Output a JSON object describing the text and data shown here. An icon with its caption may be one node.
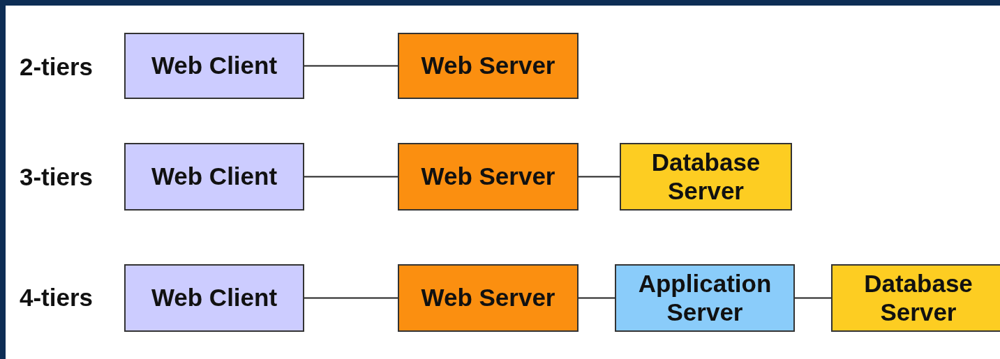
{
  "diagram": {
    "nodes": [
      {
        "text": [
          "Web Client"
        ]
      },
      {
        "text": [
          "Web Server"
        ]
      },
      {
        "text": [
          "Web Client"
        ]
      },
      {
        "text": [
          "Web Server"
        ]
      },
      {
        "text": [
          "Database Server"
        ]
      },
      {
        "text": [
          "Web Client"
        ]
      },
      {
        "text": [
          "Web Server"
        ]
      },
      {
        "text": [
          "Application Server"
        ]
      },
      {
        "text": [
          "Database Server"
        ]
      }
    ],
    "edges": [
      {
        "from": 0,
        "to": 1,
        "arrow": "none"
      },
      {
        "from": 2,
        "to": 3,
        "arrow": "none"
      },
      {
        "from": 3,
        "to": 4,
        "arrow": "none"
      },
      {
        "from": 5,
        "to": 6,
        "arrow": "none"
      },
      {
        "from": 6,
        "to": 7,
        "arrow": "none"
      },
      {
        "from": 7,
        "to": 8,
        "arrow": "none"
      }
    ],
    "labels": [
      "2-tiers",
      "3-tiers",
      "4-tiers"
    ]
  }
}
